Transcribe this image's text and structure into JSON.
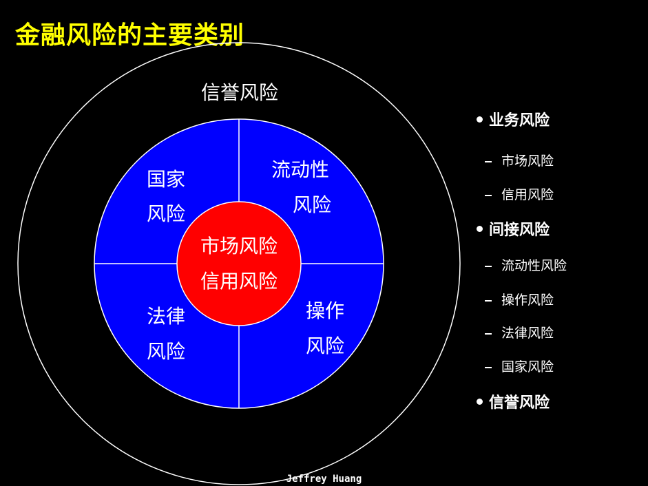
{
  "title": "金融风险的主要类别",
  "diagram": {
    "outer_ring_label": "信誉风险",
    "quadrants": {
      "top_left": [
        "国家",
        "风险"
      ],
      "top_right": [
        "流动性",
        "风险"
      ],
      "bottom_left": [
        "法律",
        "风险"
      ],
      "bottom_right": [
        "操作",
        "风险"
      ]
    },
    "center": [
      "市场风险",
      "信用风险"
    ],
    "colors": {
      "background": "#000000",
      "blue_circle": "#0000ff",
      "center": "#ff0000",
      "title": "#ffff00",
      "lines": "#ffffff"
    }
  },
  "list": {
    "group1": {
      "label": "业务风险",
      "items": [
        "市场风险",
        "信用风险"
      ]
    },
    "group2": {
      "label": "间接风险",
      "items": [
        "流动性风险",
        "操作风险",
        "法律风险",
        "国家风险"
      ]
    },
    "group3": {
      "label": "信誉风险"
    }
  },
  "footer": "Jeffrey Huang"
}
